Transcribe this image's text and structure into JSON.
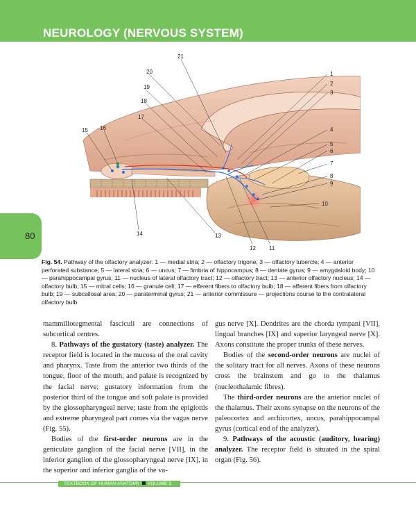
{
  "header": {
    "title": "NEUROLOGY (NERVOUS SYSTEM)"
  },
  "page_number": "80",
  "figure": {
    "labels": [
      "1",
      "2",
      "3",
      "4",
      "5",
      "6",
      "7",
      "8",
      "9",
      "10",
      "11",
      "12",
      "13",
      "14",
      "15",
      "16",
      "17",
      "18",
      "19",
      "20",
      "21"
    ]
  },
  "caption": {
    "label": "Fig. 54.",
    "text": " Pathway of the olfactory analyzer: 1 — medial stria; 2 — olfactory trigone; 3 — olfactory tubercle; 4 — anterior perforated substance; 5 — lateral stria; 6 — uncus; 7 — fimbria of hippocampus; 8 — dentate gyrus; 9 — amygdaloid body; 10 — parahippocampal gyrus; 11 — nucleus of lateral olfactory tract; 12 — olfactory tract; 13 — anterior olfactory nucleus; 14 — olfactory bulb; 15 — mitral cells; 16 — granule cell; 17 — efferent fibers to olfactory bulb; 18 — afferent fibers from olfactory bulb; 19 — subcallosal area; 20 — paraterminal gyrus; 21 — anterior commissure — projections course to the contralateral olfactory bulb"
  },
  "left_column": {
    "p1": "mammillotegmental fasciculi are connections of subcortical centres.",
    "p2_pre": "8. ",
    "p2_bold": "Pathways of the gustatory (taste) analyzer.",
    "p2_post": " The receptor field is located in the mucosa of the oral cavity and pharynx. Taste from the anterior two thirds of the tongue, floor of the mouth, and palate is recognized by the facial nerve; gustatory information from the posterior third of the tongue and soft palate is provided by the glossopharyngeal nerve; taste from the epiglottis and extreme pharyngeal part comes via the vagus nerve (Fig. 55).",
    "p3_pre": "Bodies of the ",
    "p3_bold": "first-order neurons",
    "p3_post": " are in the geniculate ganglion of the facial nerve [VII], in the inferior ganglion of the glossopharyngeal nerve [IX], in the superior and inferior ganglia of the va-"
  },
  "right_column": {
    "p1": "gus nerve [X]. Dendrites are the chorda tympani [VII], lingual branches [IX] and superior laryngeal nerve [X]. Axons constitute the proper trunks of these nerves.",
    "p2_pre": "Bodies of the ",
    "p2_bold": "second-order neurons",
    "p2_post": " are nuclei of the solitary tract for all nerves. Axons of these neurons cross the brainstem and go to the thalamus (nucleothalamic fibres).",
    "p3_pre": "The ",
    "p3_bold": "third-order neurons",
    "p3_post": " are the anterior nuclei of the thalamus. Their axons synapse on the neurons of the paleocortex and archicortex, uncus, parahippocampal gyrus (cortical end of the analyzer).",
    "p4_pre": "9. ",
    "p4_bold": "Pathways of the acoustic (auditory, hearing) analyzer.",
    "p4_post": " The receptor field is situated in the spiral organ (Fig. 56)."
  },
  "footer": {
    "book": "TEXTBOOK OF HUMAN ANATOMY",
    "volume": "VOLUME 3"
  },
  "colors": {
    "accent": "#76c35e",
    "pathway_blue": "#2f6fd6",
    "pathway_red": "#d8342a",
    "tissue": "#e9bca4"
  }
}
